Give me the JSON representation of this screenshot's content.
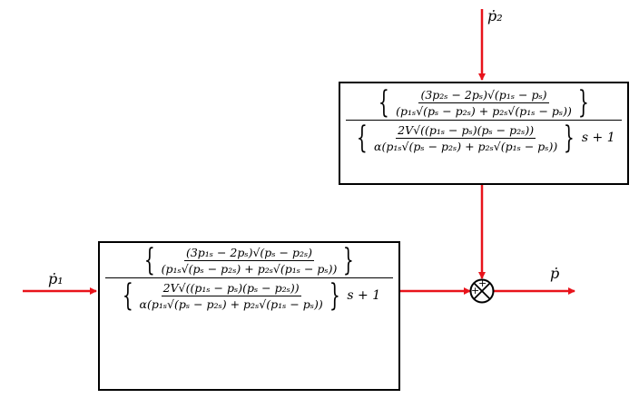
{
  "signals": {
    "input_1": "ṗ₁",
    "input_2": "ṗ₂",
    "output": "ṗ"
  },
  "summing_junction": {
    "sign_top": "+",
    "sign_left": "+"
  },
  "blocks": {
    "top": {
      "num_num": "(3p₂ₛ − 2pₛ)√(p₁ₛ − pₛ)",
      "num_den": "(p₁ₛ√(pₛ − p₂ₛ) + p₂ₛ√(p₁ₛ − pₛ))",
      "den_num": "2V√((p₁ₛ − pₛ)(pₛ − p₂ₛ))",
      "den_den": "α(p₁ₛ√(pₛ − p₂ₛ) + p₂ₛ√(p₁ₛ − pₛ))",
      "tail": "s + 1"
    },
    "bottom": {
      "num_num": "(3p₁ₛ − 2pₛ)√(pₛ − p₂ₛ)",
      "num_den": "(p₁ₛ√(pₛ − p₂ₛ) + p₂ₛ√(p₁ₛ − pₛ))",
      "den_num": "2V√((p₁ₛ − pₛ)(pₛ − p₂ₛ))",
      "den_den": "α(p₁ₛ√(pₛ − p₂ₛ) + p₂ₛ√(p₁ₛ − pₛ))",
      "tail": "s + 1"
    }
  },
  "colors": {
    "signal": "#e8131b",
    "outline": "#000000"
  }
}
